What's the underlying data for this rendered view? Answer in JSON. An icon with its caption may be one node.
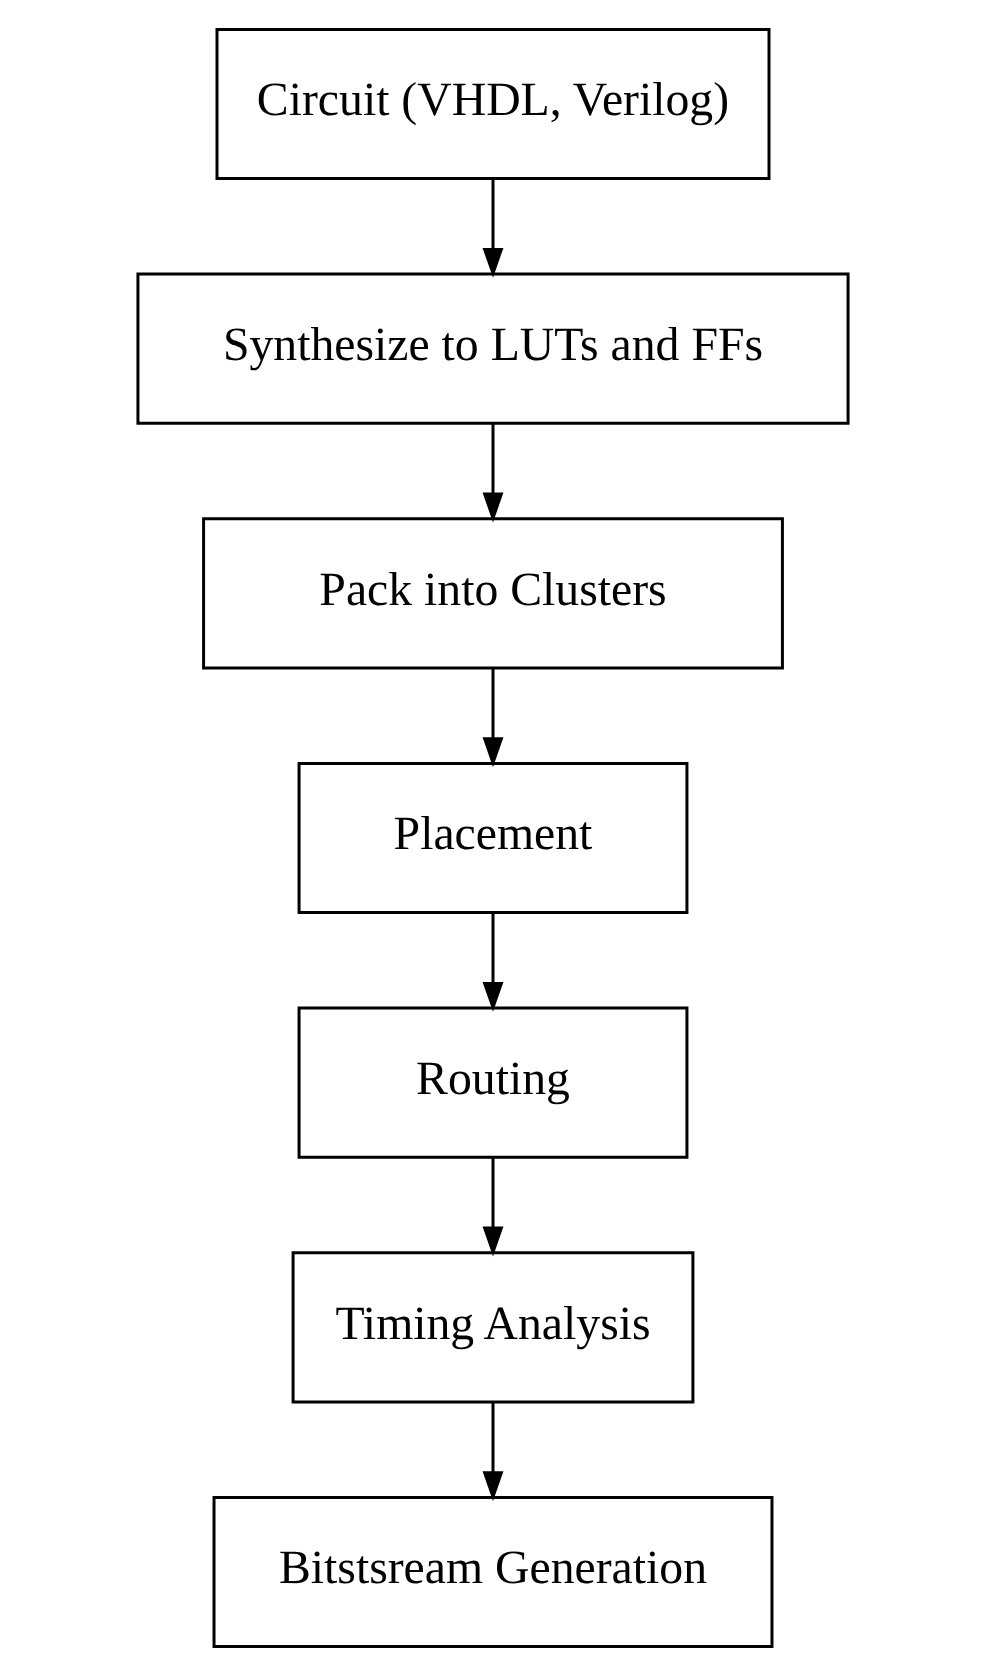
{
  "diagram": {
    "nodes": [
      {
        "text": [
          "Circuit (VHDL, Verilog)"
        ]
      },
      {
        "text": [
          "Synthesize to LUTs and FFs"
        ]
      },
      {
        "text": [
          "Pack into Clusters"
        ]
      },
      {
        "text": [
          "Placement"
        ]
      },
      {
        "text": [
          "Routing"
        ]
      },
      {
        "text": [
          "Timing Analysis"
        ]
      },
      {
        "text": [
          "Bitstsream Generation"
        ]
      }
    ],
    "edges": [
      {
        "from": 0,
        "to": 1,
        "arrow": "to"
      },
      {
        "from": 1,
        "to": 2,
        "arrow": "to"
      },
      {
        "from": 2,
        "to": 3,
        "arrow": "to"
      },
      {
        "from": 3,
        "to": 4,
        "arrow": "to"
      },
      {
        "from": 4,
        "to": 5,
        "arrow": "to"
      },
      {
        "from": 5,
        "to": 6,
        "arrow": "to"
      }
    ]
  }
}
